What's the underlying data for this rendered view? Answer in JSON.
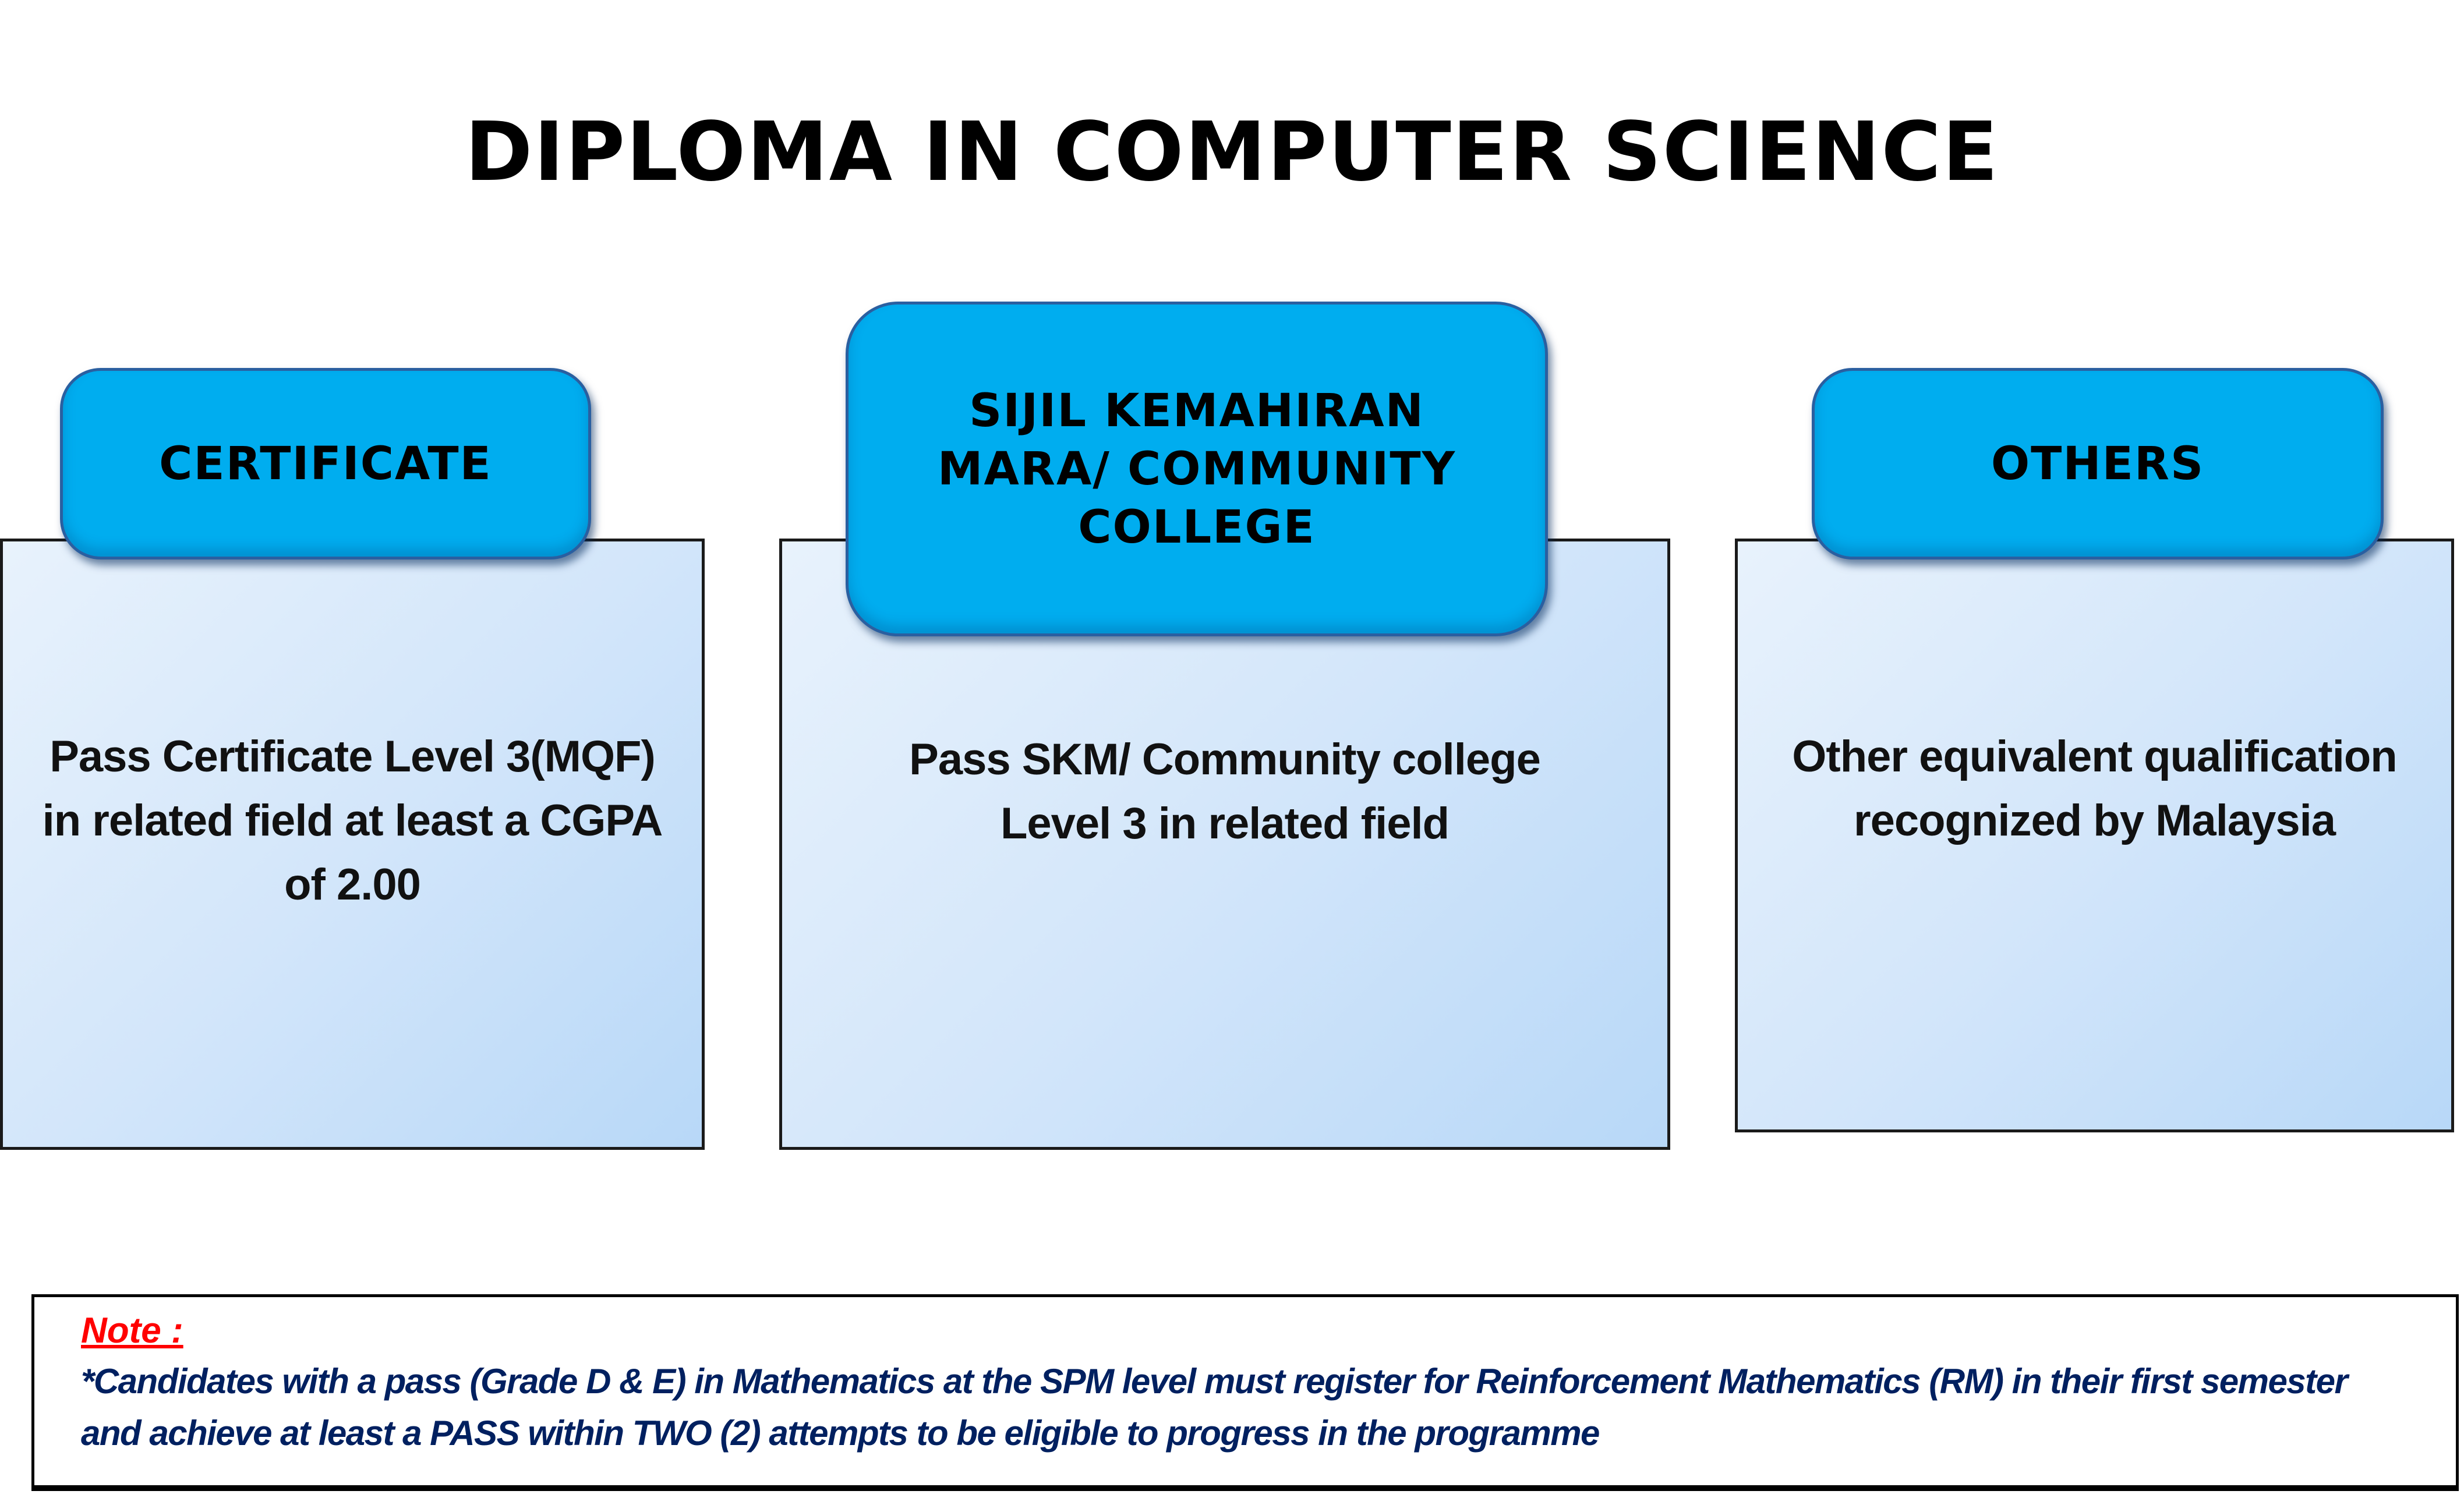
{
  "title": "DIPLOMA IN COMPUTER SCIENCE",
  "columns": [
    {
      "header": "CERTIFICATE",
      "body": "Pass Certificate Level 3(MQF) in related field at least a CGPA of 2.00"
    },
    {
      "header": "SIJIL KEMAHIRAN MARA/ COMMUNITY COLLEGE",
      "body": "Pass SKM/ Community college Level 3 in related field"
    },
    {
      "header": "OTHERS",
      "body": "Other equivalent qualification recognized by Malaysia"
    }
  ],
  "note": {
    "label": "Note :",
    "text": "*Candidates with a pass (Grade D & E)  in Mathematics at the SPM level must register for Reinforcement Mathematics (RM) in their first semester and achieve at least a PASS within TWO (2) attempts to be eligible to progress in the programme"
  },
  "colors": {
    "header_fill": "#00adef",
    "note_label": "#ff0000",
    "note_text": "#002060"
  }
}
